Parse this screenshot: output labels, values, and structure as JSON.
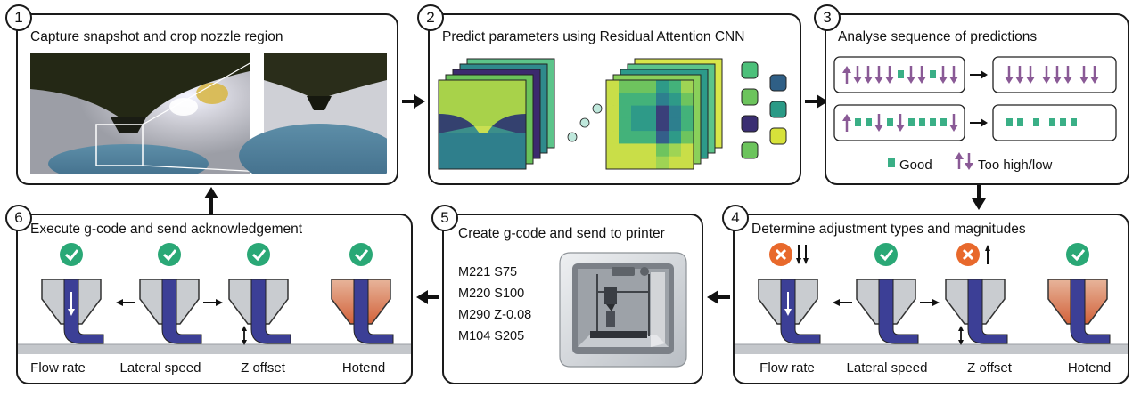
{
  "steps": [
    {
      "number": "1",
      "title": "Capture snapshot and crop nozzle region"
    },
    {
      "number": "2",
      "title": "Predict parameters using Residual Attention CNN"
    },
    {
      "number": "3",
      "title": "Analyse sequence of predictions"
    },
    {
      "number": "4",
      "title": "Determine adjustment types and magnitudes"
    },
    {
      "number": "5",
      "title": "Create g-code and send to printer"
    },
    {
      "number": "6",
      "title": "Execute g-code and send acknowledgement"
    }
  ],
  "legend": {
    "good": "Good",
    "bad": "Too high/low"
  },
  "gcode": [
    "M221 S75",
    "M220 S100",
    "M290 Z-0.08",
    "M104 S205"
  ],
  "parameters": [
    "Flow rate",
    "Lateral speed",
    "Z offset",
    "Hotend"
  ],
  "colors": {
    "good": "#2aa876",
    "bad": "#e8692c",
    "arrow": "#8a5a96",
    "nozzle": "#3c3f96",
    "marker": "#3aaf86"
  }
}
